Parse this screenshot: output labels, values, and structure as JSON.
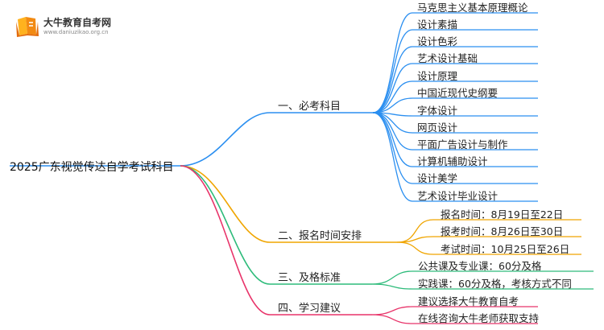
{
  "logo": {
    "name": "大牛教育自考网",
    "url": "www.daniuzikao.org.cn"
  },
  "root": {
    "title": "2025广东视觉传达自学考试科目"
  },
  "branches": [
    {
      "label": "一、必考科目",
      "color": "#2b8ff0",
      "children": [
        "马克思主义基本原理概论",
        "设计素描",
        "设计色彩",
        "艺术设计基础",
        "设计原理",
        "中国近现代史纲要",
        "字体设计",
        "网页设计",
        "平面广告设计与制作",
        "计算机辅助设计",
        "设计美学",
        "艺术设计毕业设计"
      ]
    },
    {
      "label": "二、报名时间安排",
      "color": "#f0a500",
      "children": [
        "报名时间：8月19日至22日",
        "报考时间：8月26日至30日",
        "考试时间：10月25日至26日"
      ]
    },
    {
      "label": "三、及格标准",
      "color": "#2dbb7a",
      "children": [
        "公共课及专业课：60分及格",
        "实践课：60分及格，考核方式不同"
      ]
    },
    {
      "label": "四、学习建议",
      "color": "#e8346a",
      "children": [
        "建议选择大牛教育自考",
        "在线咨询大牛老师获取支持"
      ]
    }
  ]
}
